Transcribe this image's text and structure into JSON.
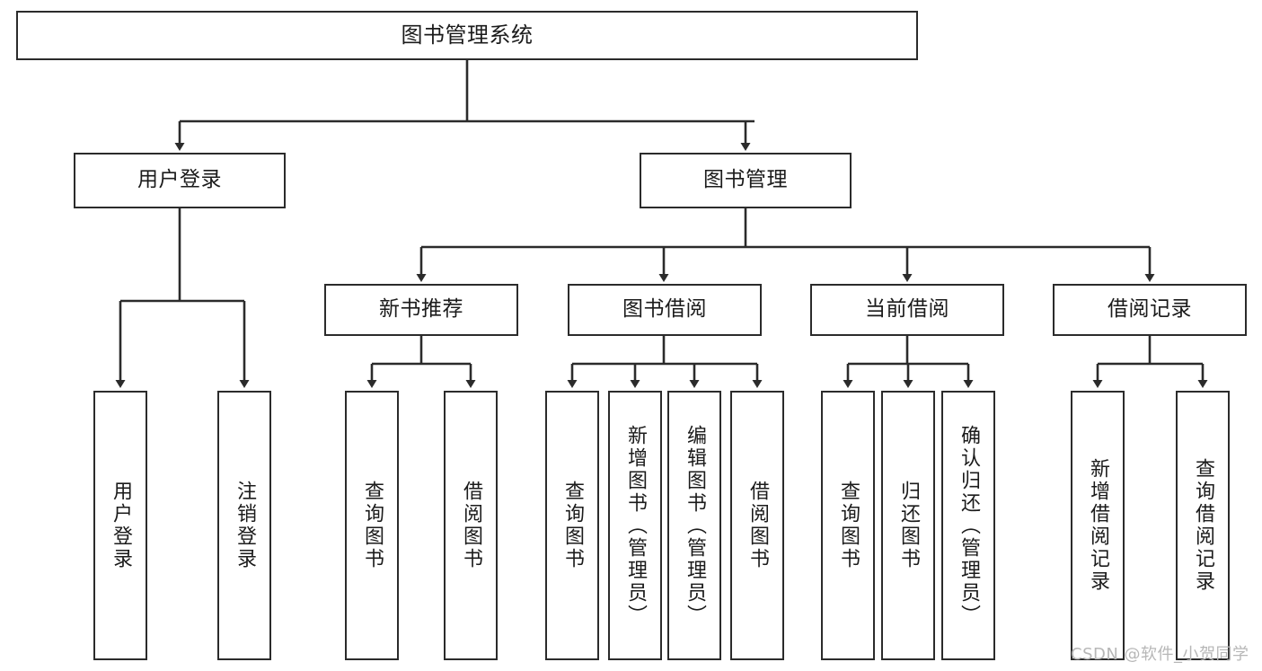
{
  "diagram": {
    "title": "图书管理系统",
    "type": "tree-hierarchy-diagram",
    "stroke_color": "#2b2b2b",
    "background_color": "#ffffff",
    "text_color": "#1b1b1b"
  },
  "nodes": {
    "root": {
      "label": "图书管理系统"
    },
    "level1": [
      {
        "id": "user-login",
        "label": "用户登录"
      },
      {
        "id": "book-management",
        "label": "图书管理"
      }
    ],
    "level2": [
      {
        "id": "new-book-recommend",
        "label": "新书推荐"
      },
      {
        "id": "book-borrow",
        "label": "图书借阅"
      },
      {
        "id": "current-borrow",
        "label": "当前借阅"
      },
      {
        "id": "borrow-record",
        "label": "借阅记录"
      }
    ],
    "leaves": {
      "user_login": [
        {
          "id": "leaf-user-login",
          "label": "用户登录"
        },
        {
          "id": "leaf-logout",
          "label": "注销登录"
        }
      ],
      "new_book_recommend": [
        {
          "id": "leaf-query-book-1",
          "label": "查询图书"
        },
        {
          "id": "leaf-borrow-book-1",
          "label": "借阅图书"
        }
      ],
      "book_borrow": [
        {
          "id": "leaf-query-book-2",
          "label": "查询图书"
        },
        {
          "id": "leaf-add-book",
          "label": "新增图书（管理员）"
        },
        {
          "id": "leaf-edit-book",
          "label": "编辑图书（管理员）"
        },
        {
          "id": "leaf-borrow-book-2",
          "label": "借阅图书"
        }
      ],
      "current_borrow": [
        {
          "id": "leaf-query-book-3",
          "label": "查询图书"
        },
        {
          "id": "leaf-return-book",
          "label": "归还图书"
        },
        {
          "id": "leaf-confirm-return",
          "label": "确认归还（管理员）"
        }
      ],
      "borrow_record": [
        {
          "id": "leaf-add-record",
          "label": "新增借阅记录"
        },
        {
          "id": "leaf-query-record",
          "label": "查询借阅记录"
        }
      ]
    }
  },
  "watermark": {
    "text": "CSDN @软件_小贺同学"
  }
}
